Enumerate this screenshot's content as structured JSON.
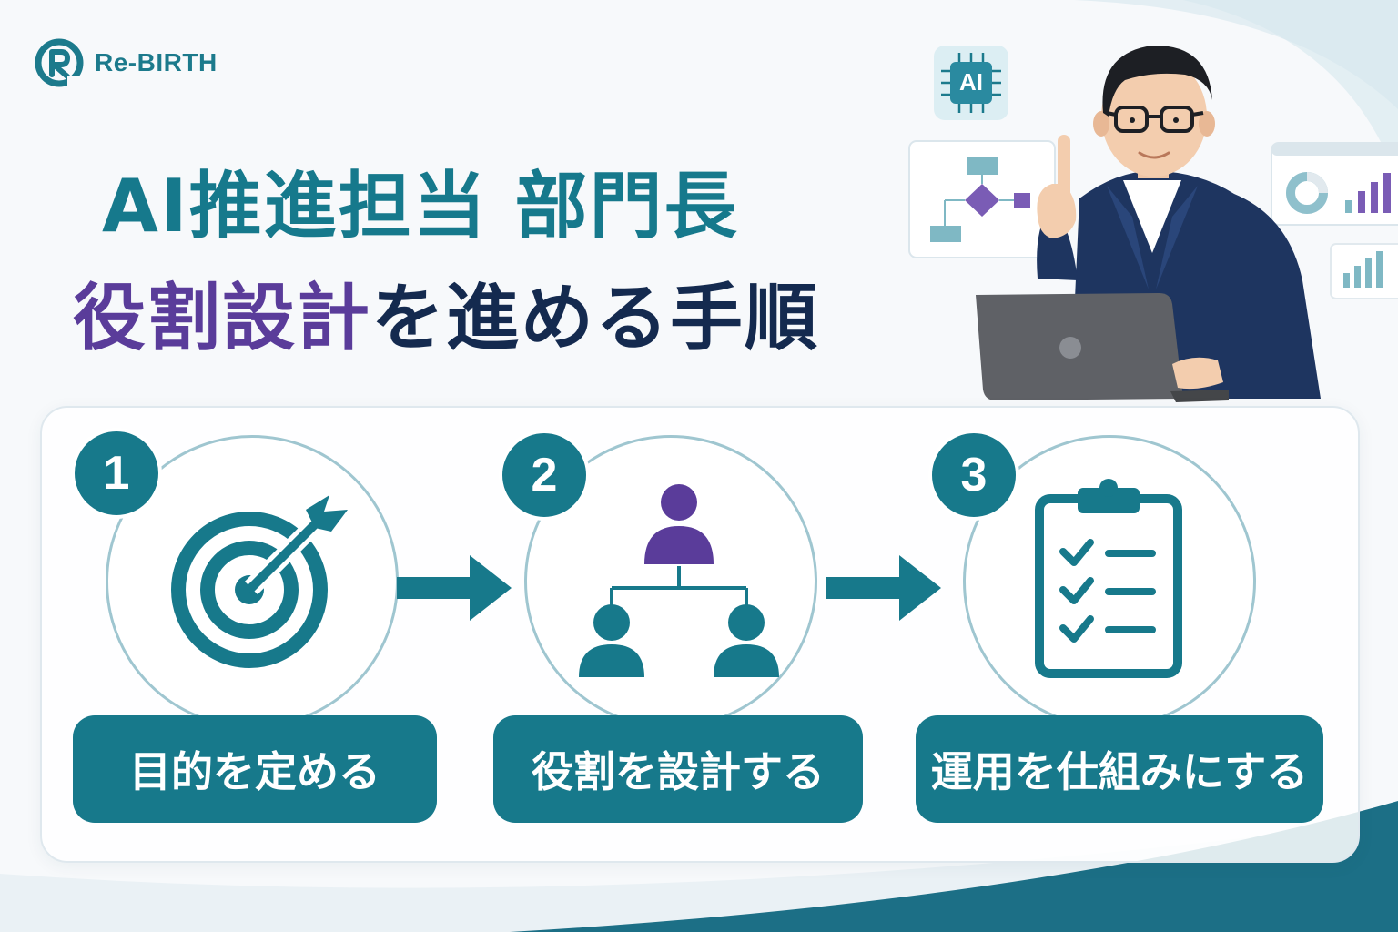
{
  "brand": {
    "name": "Re-BIRTH",
    "logo_icon": "rebirth-logo-icon"
  },
  "title": {
    "line1": "AI推進担当 部門長",
    "line2_highlight": "役割設計",
    "line2_rest": "を進める手順"
  },
  "illustration": {
    "ai_chip_label": "AI"
  },
  "steps": [
    {
      "number": "1",
      "label": "目的を定める",
      "icon": "target-icon"
    },
    {
      "number": "2",
      "label": "役割を設計する",
      "icon": "org-chart-icon"
    },
    {
      "number": "3",
      "label": "運用を仕組みにする",
      "icon": "clipboard-checklist-icon"
    }
  ],
  "colors": {
    "teal": "#17798b",
    "purple": "#5a3c9a",
    "navy": "#142a4f",
    "circle_border": "#9fc6d0"
  }
}
